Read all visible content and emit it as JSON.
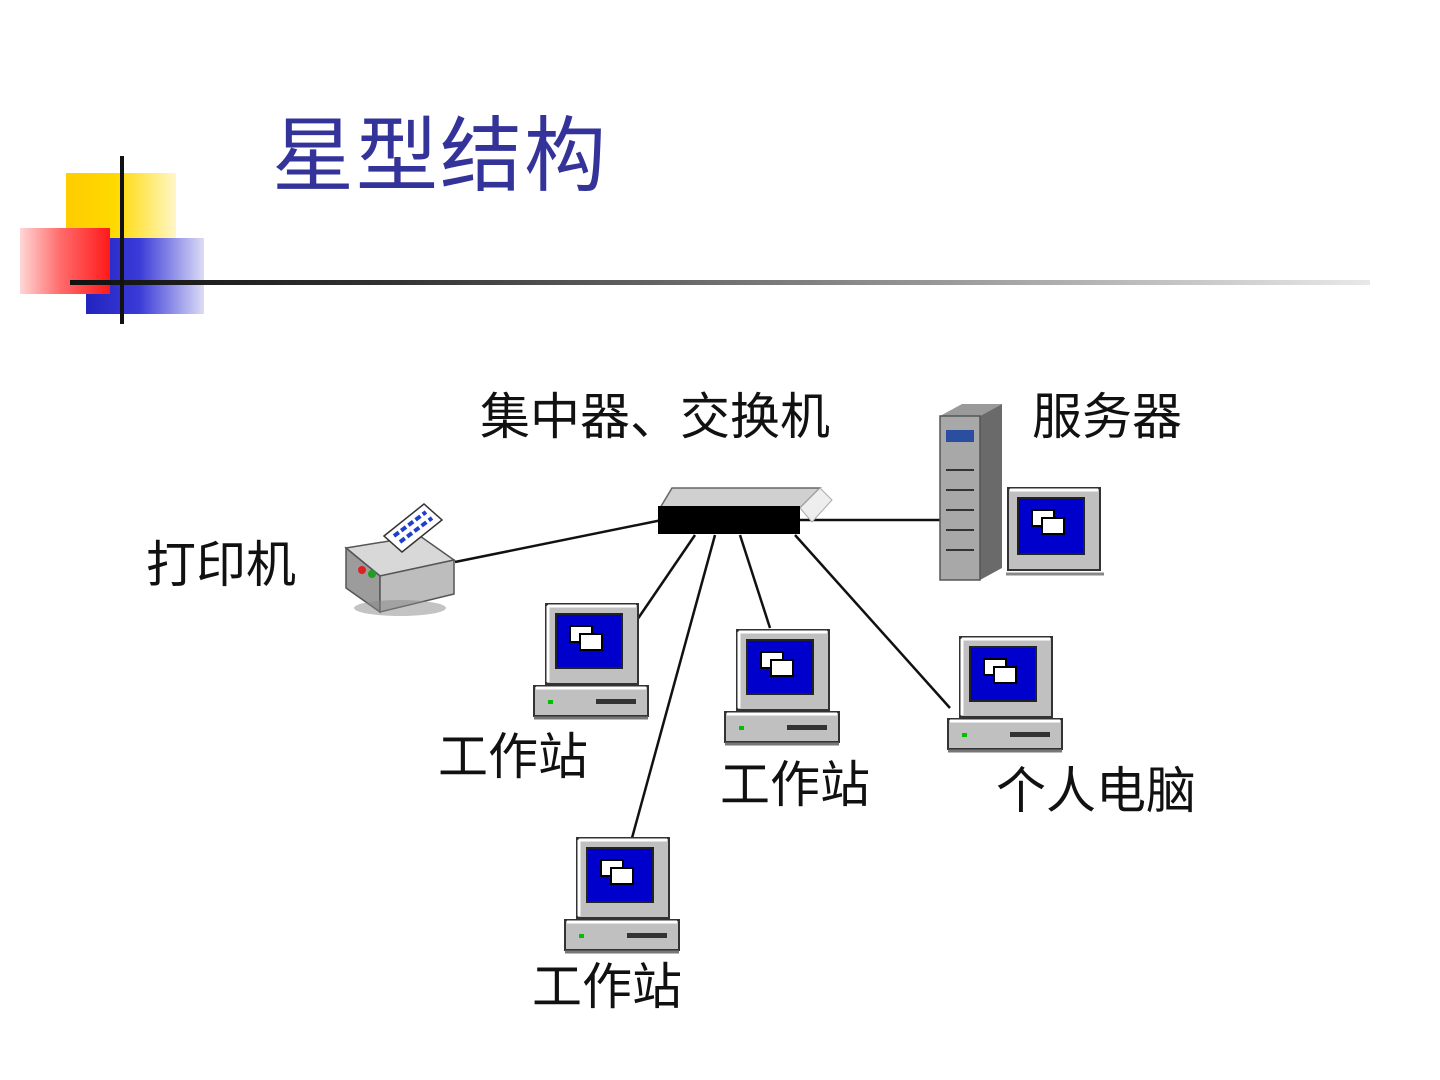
{
  "slide": {
    "title": "星型结构"
  },
  "diagram": {
    "labels": {
      "hub": "集中器、交换机",
      "server": "服务器",
      "printer": "打印机",
      "workstation_1": "工作站",
      "workstation_2": "工作站",
      "workstation_3": "工作站",
      "personal_computer": "个人电脑"
    },
    "icons": {
      "hub": "network-hub-icon",
      "server": "server-tower-icon",
      "printer": "printer-icon",
      "computer": "desktop-computer-icon"
    },
    "colors": {
      "title": "#333399",
      "screen": "#0000cc",
      "device_gray": "#c0c0c0",
      "link": "#111111"
    }
  }
}
